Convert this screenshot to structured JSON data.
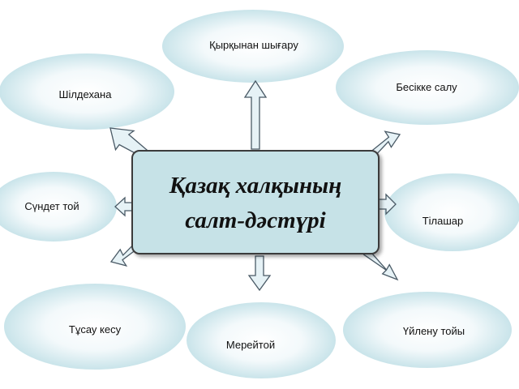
{
  "colors": {
    "bubble_center": "#ffffff",
    "bubble_edge": "#c9e4ea",
    "arrow_fill": "#e6f2f6",
    "arrow_stroke": "#4a5a66",
    "box_fill": "#c6e2e7",
    "box_stroke": "#3a3a3a"
  },
  "center": {
    "line1": "Қазақ халқының",
    "line2": "салт-дәстүрі"
  },
  "nodes": {
    "top": "Қырқынан шығару",
    "top_left": "Шілдехана",
    "top_right": "Бесікке салу",
    "left": "Сүндет той",
    "right": "Тілашар",
    "bottom_left": "Тұсау кесу",
    "bottom": "Мерейтой",
    "bottom_right": "Үйлену тойы"
  }
}
